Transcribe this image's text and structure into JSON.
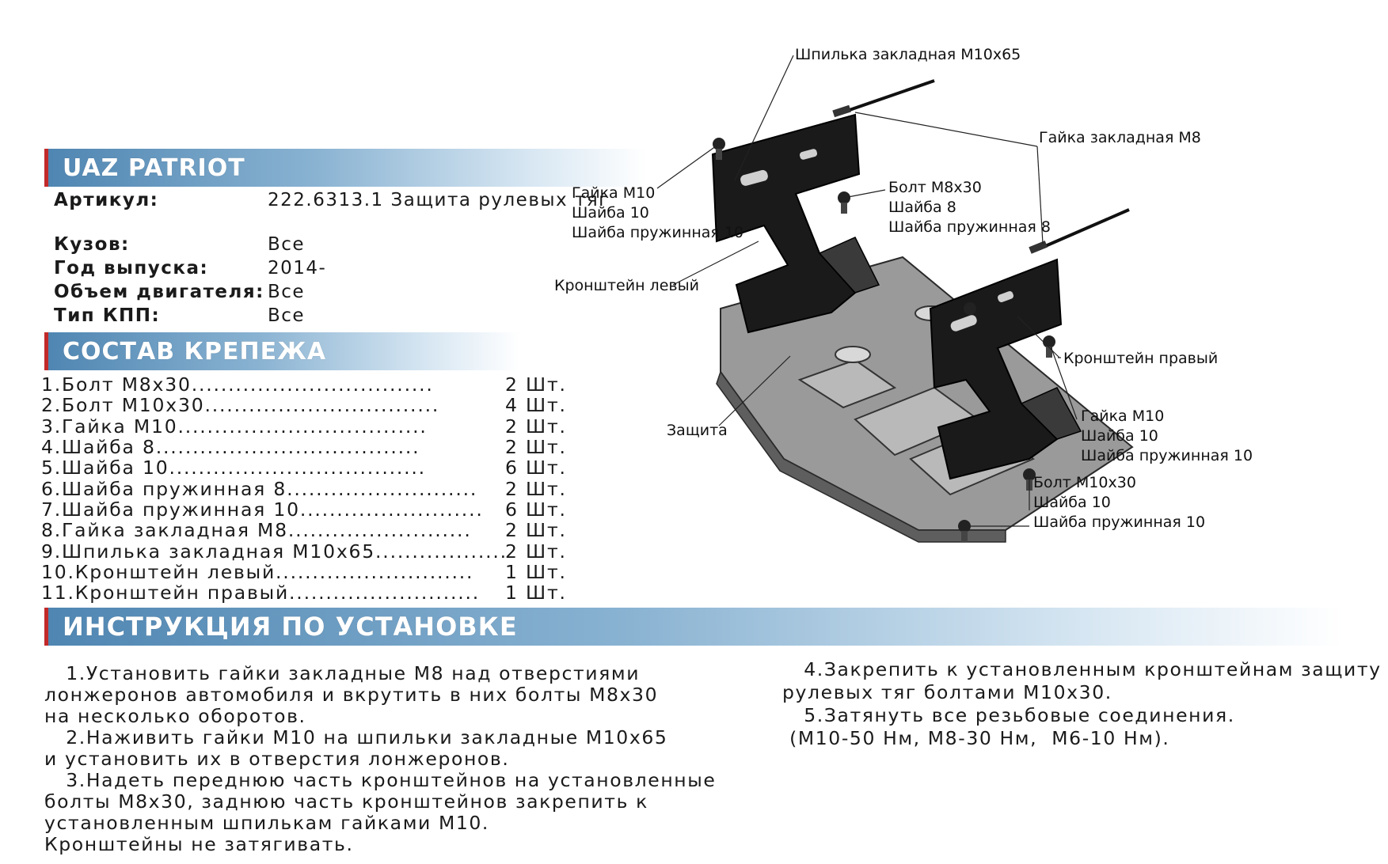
{
  "header": {
    "title": "UAZ PATRIOT"
  },
  "info": {
    "rows": [
      {
        "label": "Артикул:",
        "value": "222.6313.1 Защита рулевых тяг"
      },
      {
        "label": "Кузов:",
        "value": "Все"
      },
      {
        "label": "Год выпуска:",
        "value": "2014-"
      },
      {
        "label": "Объем двигателя:",
        "value": "Все"
      },
      {
        "label": "Тип КПП:",
        "value": "Все"
      }
    ]
  },
  "fasteners": {
    "title": "СОСТАВ КРЕПЕЖА",
    "items": [
      {
        "name": "1.Болт М8х30.................................",
        "qty": "2 Шт."
      },
      {
        "name": "2.Болт М10х30................................",
        "qty": "4 Шт."
      },
      {
        "name": "3.Гайка М10..................................",
        "qty": "2 Шт."
      },
      {
        "name": "4.Шайба 8....................................",
        "qty": "2 Шт."
      },
      {
        "name": "5.Шайба 10...................................",
        "qty": "6 Шт."
      },
      {
        "name": "6.Шайба пружинная 8..........................",
        "qty": "2 Шт."
      },
      {
        "name": "7.Шайба пружинная 10.........................",
        "qty": "6 Шт."
      },
      {
        "name": "8.Гайка закладная М8.........................",
        "qty": "2 Шт."
      },
      {
        "name": "9.Шпилька закладная М10х65...................",
        "qty": "2 Шт."
      },
      {
        "name": "10.Кронштейн левый...........................",
        "qty": "1 Шт."
      },
      {
        "name": "11.Кронштейн правый..........................",
        "qty": "1 Шт."
      }
    ]
  },
  "instructions": {
    "title": "ИНСТРУКЦИЯ ПО УСТАНОВКЕ",
    "left": "   1.Установить гайки закладные М8 над отверстиями\nлонжеронов автомобиля и вкрутить в них болты М8х30\nна несколько оборотов.\n   2.Наживить гайки М10 на шпильки закладные М10х65\nи установить их в отверстия лонжеронов.\n   3.Надеть переднюю часть кронштейнов на установленные\nболты М8х30, заднюю часть кронштейнов закрепить к\nустановленным шпилькам гайками М10.\nКронштейны не затягивать.",
    "right": "   4.Закрепить к установленным кронштейнам защиту\nрулевых тяг болтами М10х30.\n   5.Затянуть все резьбовые соединения.\n (М10-50 Нм, М8-30 Нм,  М6-10 Нм)."
  },
  "diagram": {
    "callouts": {
      "stud": "Шпилька закладная М10х65",
      "nut_m8": "Гайка закладная М8",
      "nut_m10_left": "Гайка М10\nШайба 10\nШайба пружинная 10",
      "bolt_m8": "Болт М8х30\nШайба 8\nШайба пружинная 8",
      "bracket_left": "Кронштейн левый",
      "bracket_right": "Кронштейн правый",
      "nut_m10_right": "Гайка М10\nШайба 10\nШайба пружинная 10",
      "guard": "Защита",
      "bolt_m10": "Болт М10х30\nШайба 10\nШайба пружинная 10"
    }
  }
}
